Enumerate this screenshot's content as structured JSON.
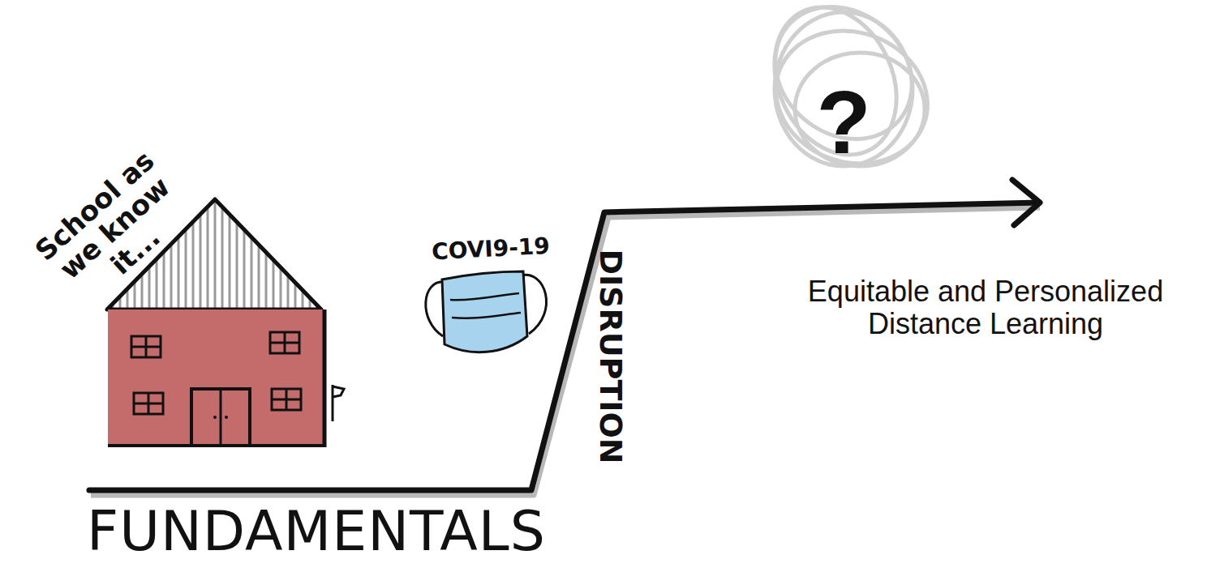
{
  "diagram": {
    "labels": [
      "School as we know it...",
      "COVI9-19",
      "FUNDAMENTALS",
      "DISRUPTION",
      "Equitable and Personalized Distance Learning",
      "?"
    ]
  }
}
